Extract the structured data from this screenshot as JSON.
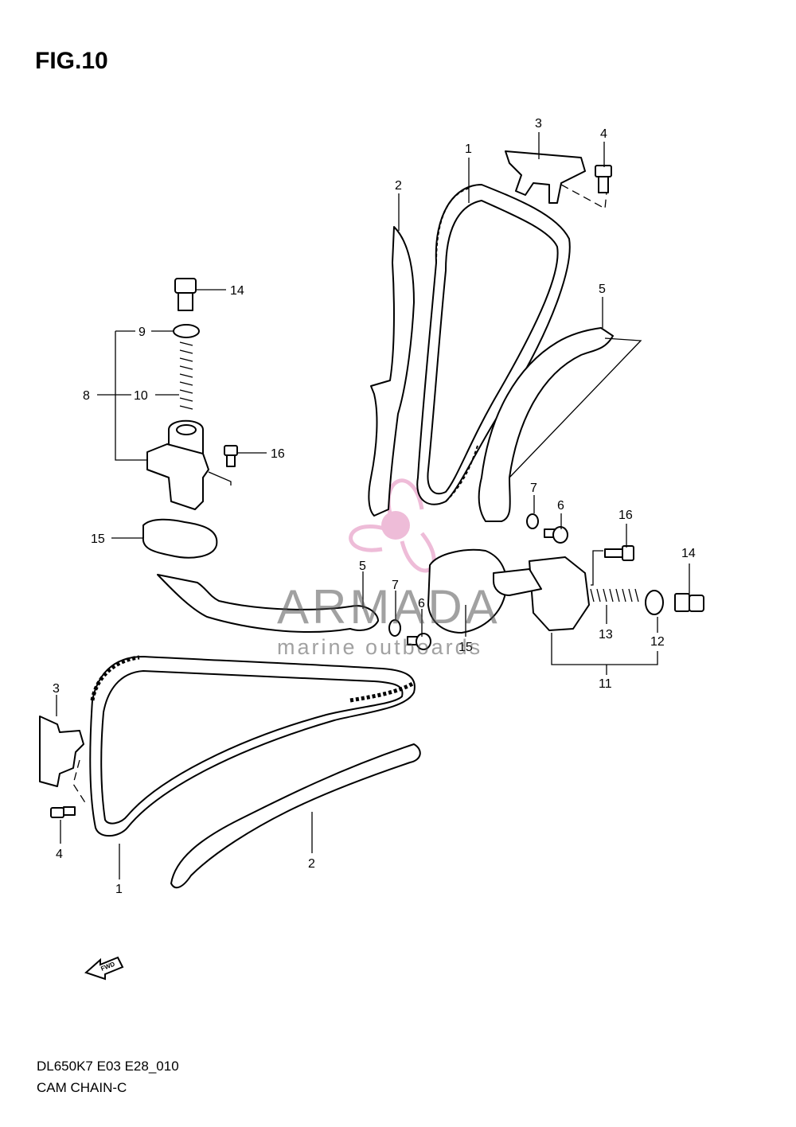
{
  "figure": {
    "title": "FIG.10",
    "model_code": "DL650K7 E03 E28_010",
    "section_name": "CAM CHAIN-C"
  },
  "watermark": {
    "brand": "ARMADA",
    "tagline": "marine outboards",
    "accent_color": "#e8a0c8"
  },
  "callouts": [
    {
      "id": "c1",
      "label": "1"
    },
    {
      "id": "c2",
      "label": "2"
    },
    {
      "id": "c3",
      "label": "3"
    },
    {
      "id": "c4",
      "label": "4"
    },
    {
      "id": "c5",
      "label": "5"
    },
    {
      "id": "c7",
      "label": "7"
    },
    {
      "id": "c6",
      "label": "6"
    },
    {
      "id": "c16",
      "label": "16"
    },
    {
      "id": "c14",
      "label": "14"
    },
    {
      "id": "c13",
      "label": "13"
    },
    {
      "id": "c12",
      "label": "12"
    },
    {
      "id": "c11",
      "label": "11"
    },
    {
      "id": "c14b",
      "label": "14"
    },
    {
      "id": "c9",
      "label": "9"
    },
    {
      "id": "c8",
      "label": "8"
    },
    {
      "id": "c10",
      "label": "10"
    },
    {
      "id": "c16b",
      "label": "16"
    },
    {
      "id": "c15",
      "label": "15"
    },
    {
      "id": "c5b",
      "label": "5"
    },
    {
      "id": "c7b",
      "label": "7"
    },
    {
      "id": "c6b",
      "label": "6"
    },
    {
      "id": "c15b",
      "label": "15"
    },
    {
      "id": "c3b",
      "label": "3"
    },
    {
      "id": "c4b",
      "label": "4"
    },
    {
      "id": "c1b",
      "label": "1"
    },
    {
      "id": "c2b",
      "label": "2"
    }
  ],
  "icons": {
    "direction_arrow": "fwd-arrow-icon",
    "direction_label": "FWD"
  }
}
